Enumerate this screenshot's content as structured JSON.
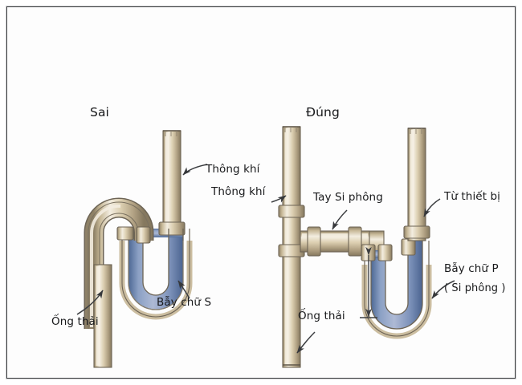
{
  "figure": {
    "title_left": "Sai",
    "title_right": "Đúng",
    "background_color": "#ffffff",
    "frame_color": "#3a3c3e",
    "pipe_color": "#c8b897",
    "pipe_highlight": "#efe7d4",
    "pipe_outline": "#6a6258",
    "water_color": "#7f96bd",
    "water_color_dark": "#5d77a6",
    "label_color": "#18191b"
  },
  "labels": {
    "wrong_heading": "Sai",
    "right_heading": "Đúng",
    "vent_1": "Thông khí",
    "vent_2": "Thông khí",
    "waste_pipe_left": "Ống thải",
    "waste_pipe_right": "Ống thải",
    "s_trap": "Bẫy chữ S",
    "trap_arm": "Tay Si phông",
    "from_fixture": "Từ thiết bị",
    "p_trap": "Bẫy chữ P",
    "p_trap_alt": "( Si phông )"
  },
  "diagrams": [
    {
      "name": "incorrect-s-trap",
      "heading": "Sai",
      "parts": [
        "Thông khí",
        "Ống thải",
        "Bẫy chữ S"
      ]
    },
    {
      "name": "correct-p-trap",
      "heading": "Đúng",
      "parts": [
        "Thông khí",
        "Tay Si phông",
        "Từ thiết bị",
        "Bẫy chữ P",
        "( Si phông )",
        "Ống thải"
      ]
    }
  ]
}
